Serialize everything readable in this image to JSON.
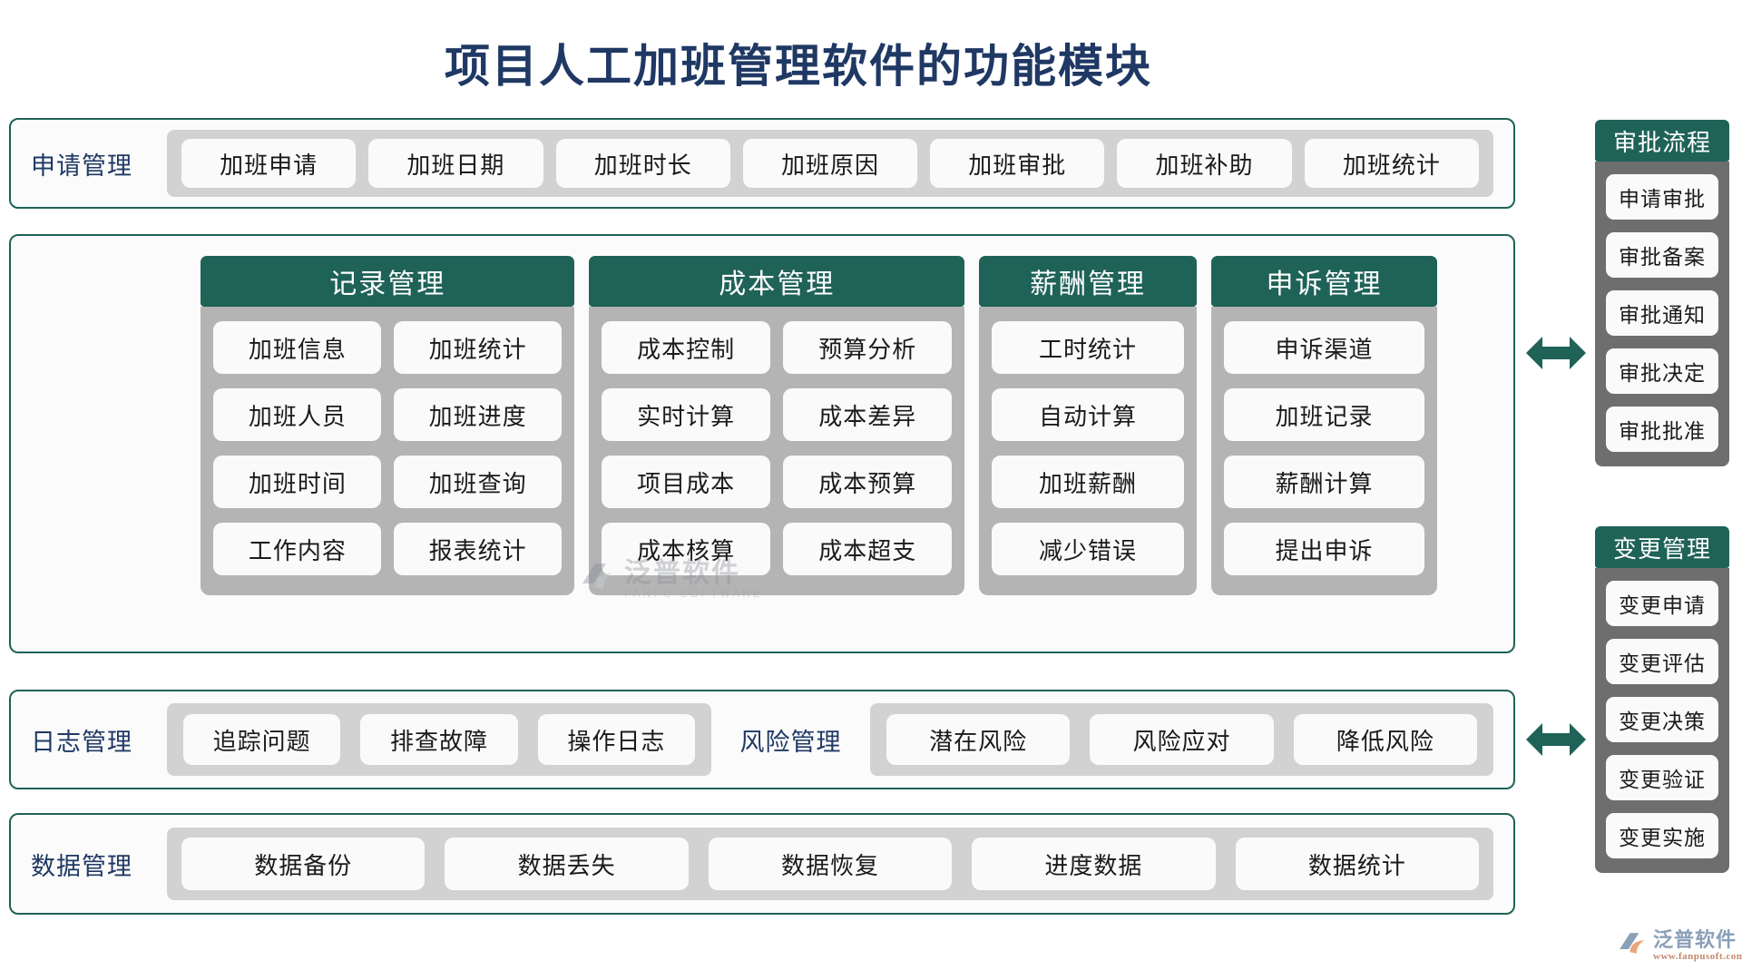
{
  "title": "项目人工加班管理软件的功能模块",
  "rows": {
    "apply": {
      "label": "申请管理",
      "items": [
        "加班申请",
        "加班日期",
        "加班时长",
        "加班原因",
        "加班审批",
        "加班补助",
        "加班统计"
      ]
    },
    "log": {
      "label": "日志管理",
      "items": [
        "追踪问题",
        "排查故障",
        "操作日志"
      ]
    },
    "risk": {
      "label": "风险管理",
      "items": [
        "潜在风险",
        "风险应对",
        "降低风险"
      ]
    },
    "data": {
      "label": "数据管理",
      "items": [
        "数据备份",
        "数据丢失",
        "数据恢复",
        "进度数据",
        "数据统计"
      ]
    }
  },
  "columns": [
    {
      "title": "记录管理",
      "items": [
        "加班信息",
        "加班统计",
        "加班人员",
        "加班进度",
        "加班时间",
        "加班查询",
        "工作内容",
        "报表统计"
      ]
    },
    {
      "title": "成本管理",
      "items": [
        "成本控制",
        "预算分析",
        "实时计算",
        "成本差异",
        "项目成本",
        "成本预算",
        "成本核算",
        "成本超支"
      ]
    },
    {
      "title": "薪酬管理",
      "items": [
        "工时统计",
        "自动计算",
        "加班薪酬",
        "减少错误"
      ]
    },
    {
      "title": "申诉管理",
      "items": [
        "申诉渠道",
        "加班记录",
        "薪酬计算",
        "提出申诉"
      ]
    }
  ],
  "sidebars": [
    {
      "title": "审批流程",
      "items": [
        "申请审批",
        "审批备案",
        "审批通知",
        "审批决定",
        "审批批准"
      ]
    },
    {
      "title": "变更管理",
      "items": [
        "变更申请",
        "变更评估",
        "变更决策",
        "变更验证",
        "变更实施"
      ]
    }
  ],
  "watermark": {
    "cn": "泛普软件",
    "en": "FANPU SOFTWARE"
  },
  "brand": {
    "cn": "泛普软件",
    "en": "www.fanpusoft.com"
  },
  "colors": {
    "title": "#1f3864",
    "accent_green": "#1f6258",
    "panel_gray": "#b4b4b4",
    "sidebar_gray": "#6e6e6e",
    "strip_gray": "#d2d2d2",
    "pill": "#fafafa"
  }
}
